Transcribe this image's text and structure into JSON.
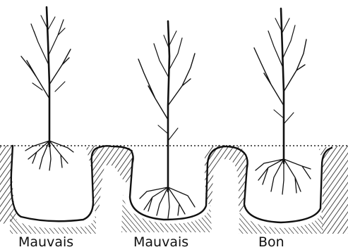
{
  "diagram": {
    "panels": [
      {
        "label": "Mauvais"
      },
      {
        "label": "Mauvais"
      },
      {
        "label": "Bon"
      }
    ]
  }
}
